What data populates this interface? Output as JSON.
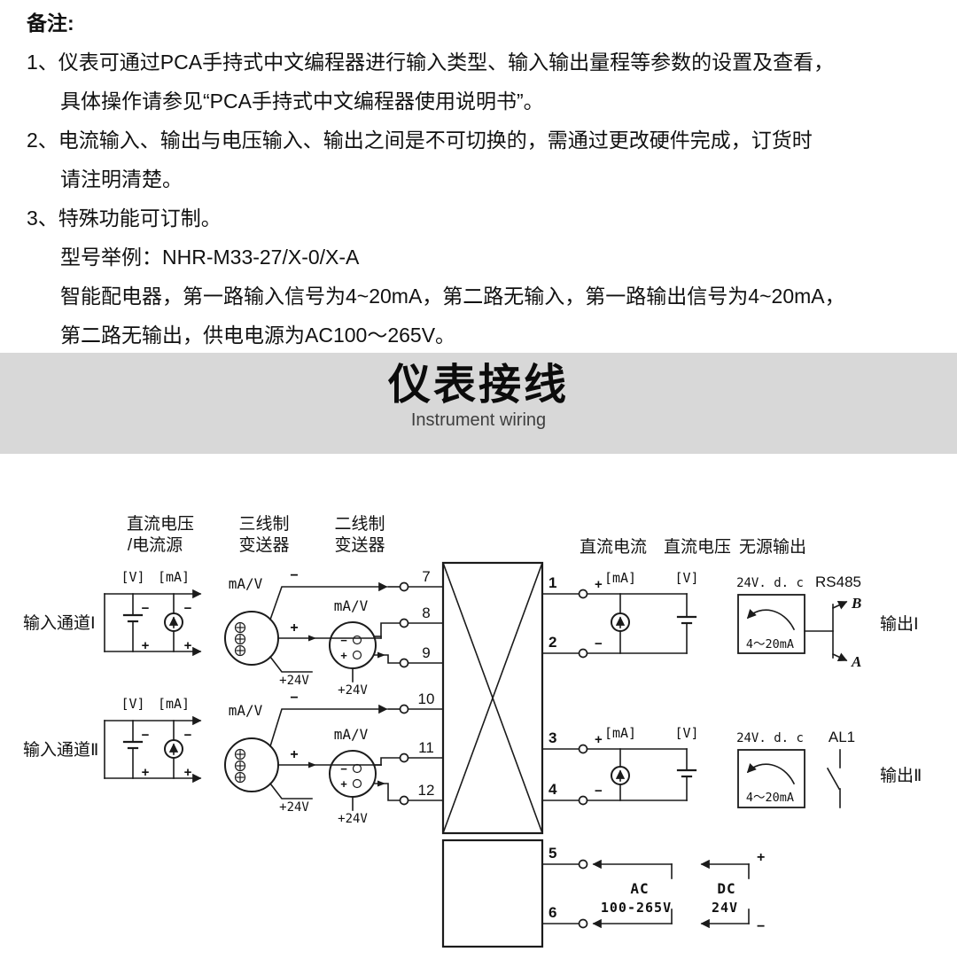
{
  "notes": {
    "title": "备注:",
    "lines": [
      "1、仪表可通过PCA手持式中文编程器进行输入类型、输入输出量程等参数的设置及查看，",
      "具体操作请参见“PCA手持式中文编程器使用说明书”。",
      "2、电流输入、输出与电压输入、输出之间是不可切换的，需通过更改硬件完成，订货时",
      "请注明清楚。",
      "3、特殊功能可订制。",
      "型号举例：NHR-M33-27/X-0/X-A",
      "智能配电器，第一路输入信号为4~20mA，第二路无输入，第一路输出信号为4~20mA，",
      "第二路无输出，供电电源为AC100～265V。"
    ]
  },
  "banner": {
    "title": "仪表接线",
    "subtitle": "Instrument wiring",
    "bg_color": "#d8d8d8"
  },
  "diagram": {
    "col_headers": {
      "c1a": "直流电压",
      "c1b": "/电流源",
      "c2a": "三线制",
      "c2b": "变送器",
      "c3a": "二线制",
      "c3b": "变送器",
      "c4": "直流电流",
      "c5": "直流电压",
      "c6": "无源输出"
    },
    "channels": {
      "in1": "输入通道Ⅰ",
      "in2": "输入通道Ⅱ",
      "out1": "输出Ⅰ",
      "out2": "输出Ⅱ"
    },
    "labels": {
      "v": "[V]",
      "ma": "[mA]",
      "mav": "mA/V",
      "p24": "+24V",
      "v24dc": "24V. d. c",
      "range": "4～20mA",
      "rs485": "RS485",
      "b": "B",
      "a": "A",
      "al1": "AL1",
      "plus": "+",
      "minus": "−",
      "ac": "AC",
      "ac_v": "100-265V",
      "dc": "DC",
      "dc_v": "24V"
    },
    "terminals_left": [
      "7",
      "8",
      "9",
      "10",
      "11",
      "12"
    ],
    "terminals_right": [
      "1",
      "2",
      "3",
      "4",
      "5",
      "6"
    ],
    "line_color": "#1b1b1b"
  }
}
